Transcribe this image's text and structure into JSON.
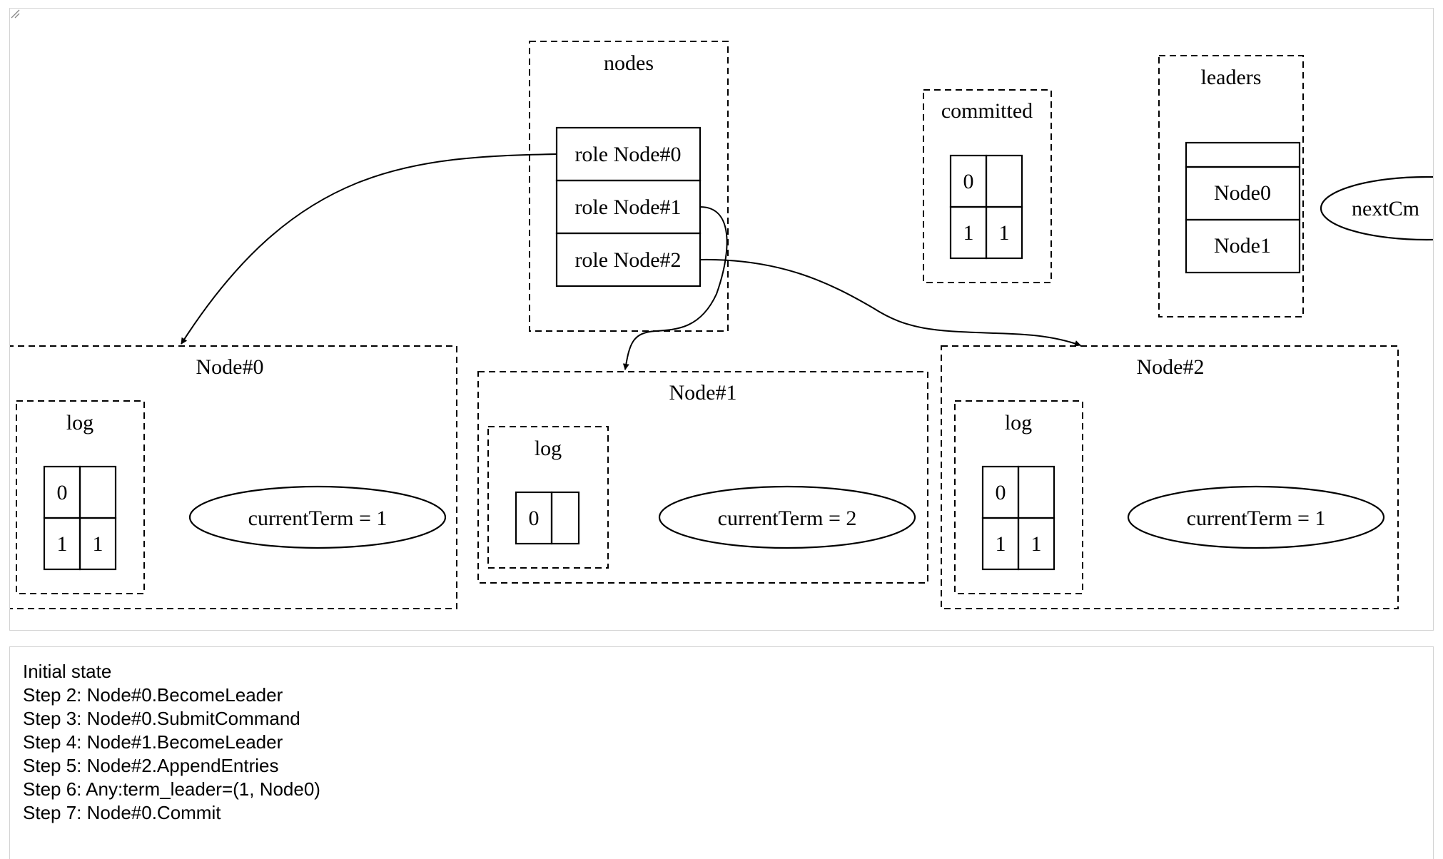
{
  "graph": {
    "nodes_cluster": {
      "label": "nodes",
      "rows": [
        "role Node#0",
        "role Node#1",
        "role Node#2"
      ]
    },
    "committed_cluster": {
      "label": "committed",
      "cells": [
        [
          "0",
          ""
        ],
        [
          "1",
          "1"
        ]
      ]
    },
    "leaders_cluster": {
      "label": "leaders",
      "rows": [
        "",
        "Node0",
        "Node1"
      ]
    },
    "next_cmd": {
      "label": "nextCm"
    },
    "node0": {
      "label": "Node#0",
      "log_label": "log",
      "log_cells": [
        [
          "0",
          ""
        ],
        [
          "1",
          "1"
        ]
      ],
      "term": "currentTerm = 1"
    },
    "node1": {
      "label": "Node#1",
      "log_label": "log",
      "log_cells": [
        [
          "0",
          ""
        ]
      ],
      "term": "currentTerm = 2"
    },
    "node2": {
      "label": "Node#2",
      "log_label": "log",
      "log_cells": [
        [
          "0",
          ""
        ],
        [
          "1",
          "1"
        ]
      ],
      "term": "currentTerm = 1"
    }
  },
  "trace": {
    "lines": [
      "Initial state",
      "Step 2: Node#0.BecomeLeader",
      "Step 3: Node#0.SubmitCommand",
      "Step 4: Node#1.BecomeLeader",
      "Step 5: Node#2.AppendEntries",
      "Step 6: Any:term_leader=(1, Node0)",
      "Step 7: Node#0.Commit"
    ]
  }
}
